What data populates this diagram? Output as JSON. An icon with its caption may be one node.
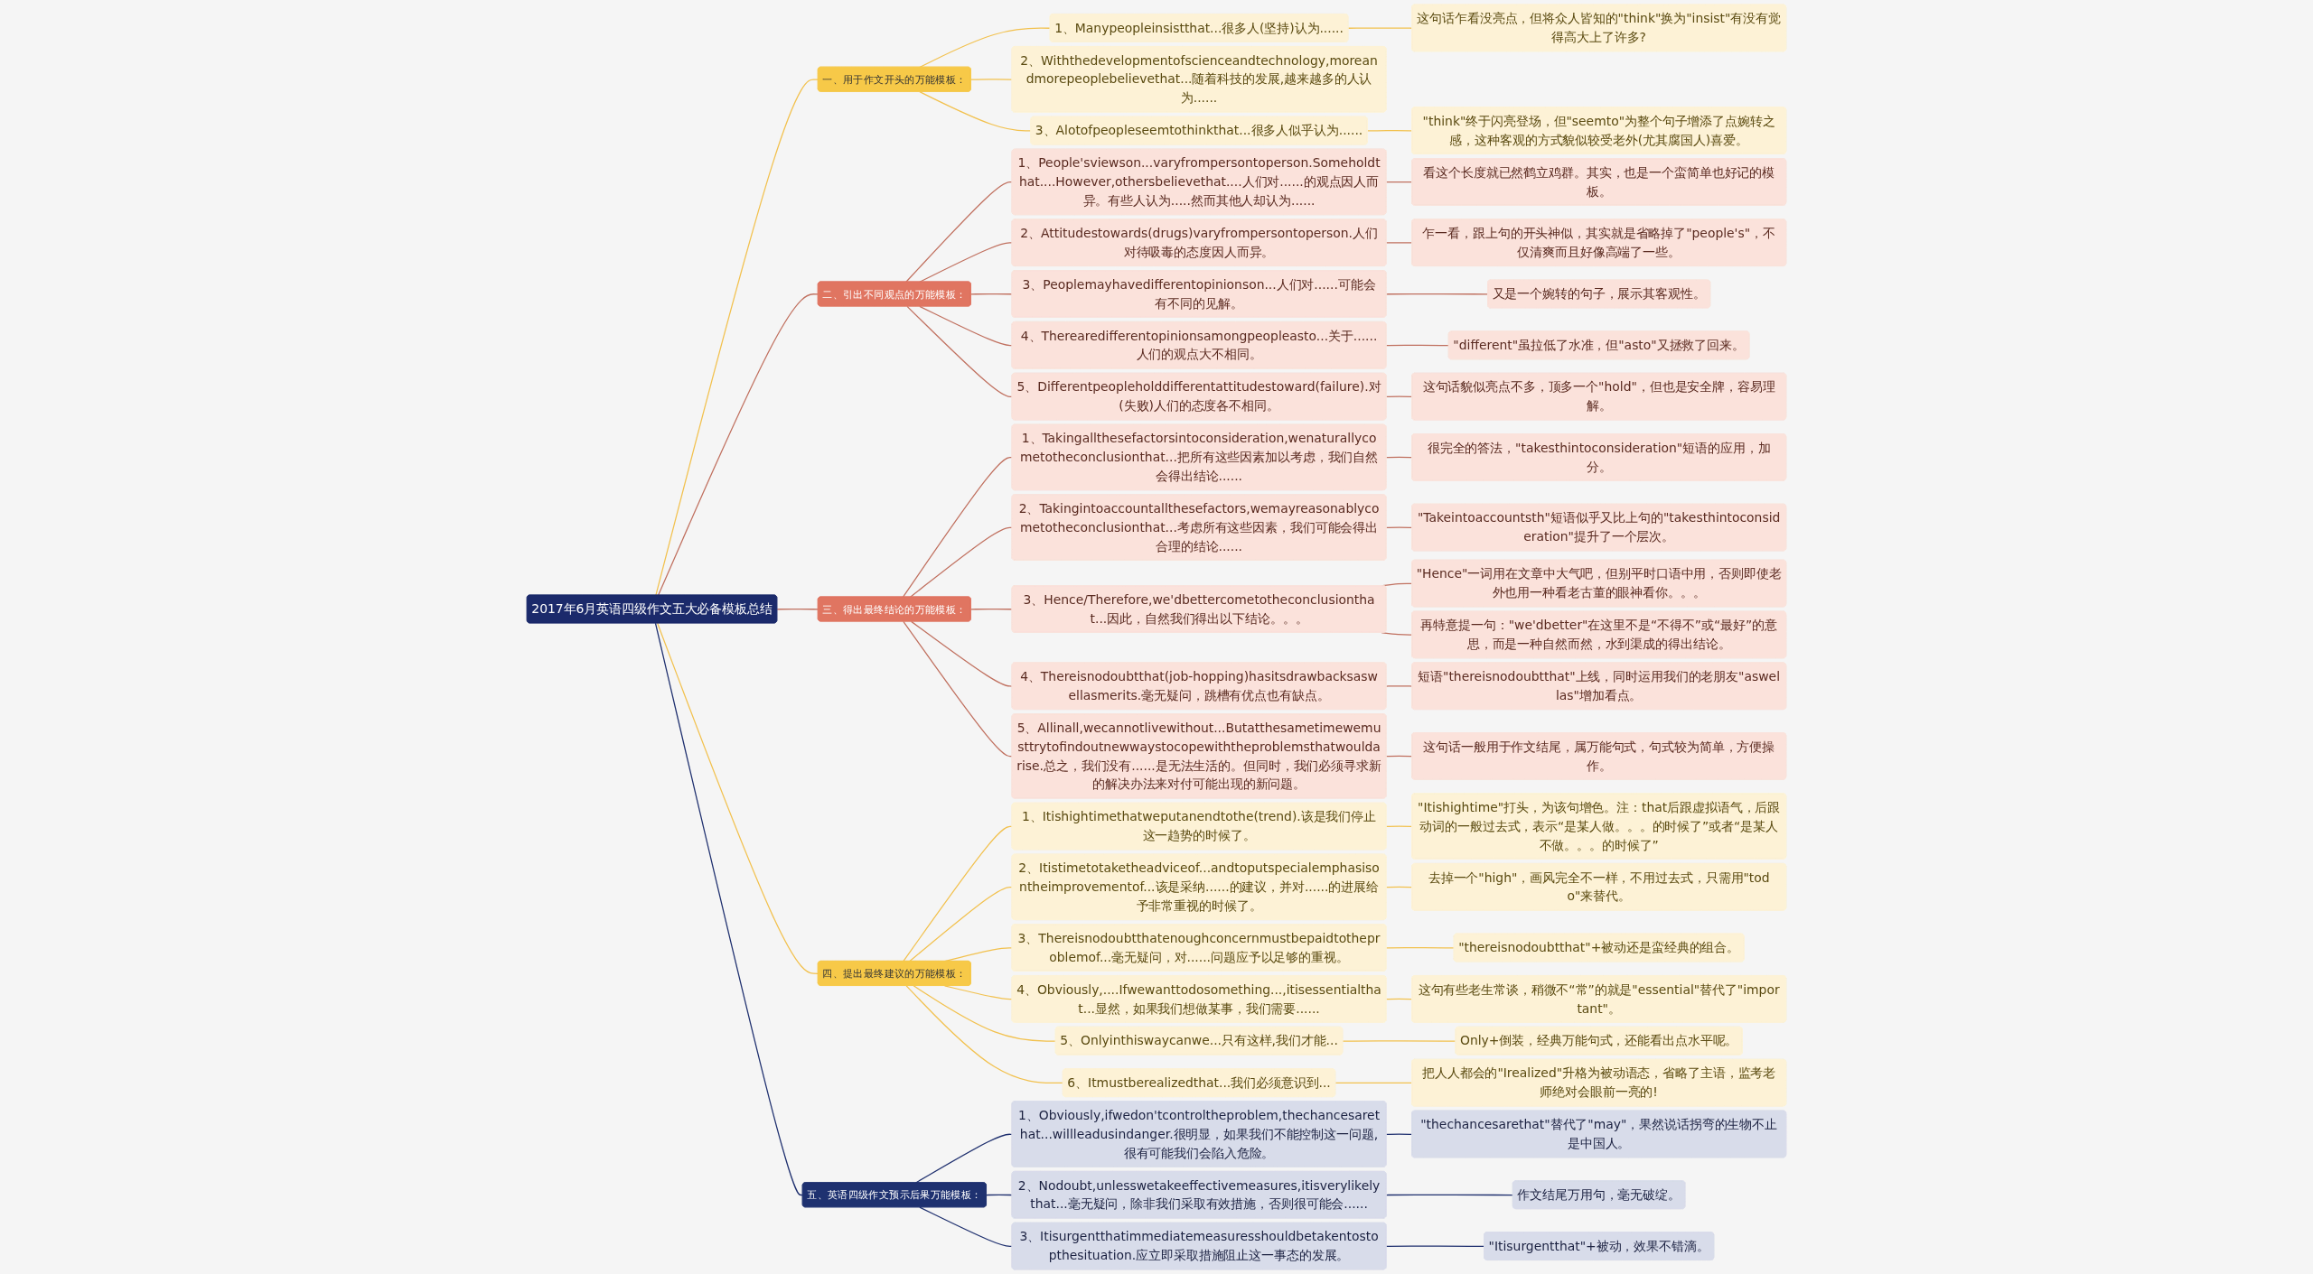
{
  "diagram": {
    "nodes": [
      {
        "text": [
          "2017年6月英语四级作文五大必备模板总结"
        ]
      },
      {
        "text": [
          "一、用于作文开头的万能模板："
        ]
      },
      {
        "text": [
          "1、Manypeopleinsistthat...很多人(坚持)认为......"
        ]
      },
      {
        "text": [
          "这句话乍看没亮点，但将众人皆知的\"think\"换为\"insist\"有没有觉得高大上了许多?"
        ]
      },
      {
        "text": [
          "2、Withthedevelopmentofscienceandtechnology,moreandmorepeoplebelievethat...随着科技的发展,越来越多的人认为......"
        ]
      },
      {
        "text": [
          "3、Alotofpeopleseemtothinkthat...很多人似乎认为......"
        ]
      },
      {
        "text": [
          "\"think\"终于闪亮登场，但\"seemto\"为整个句子增添了点婉转之感，这种客观的方式貌似较受老外(尤其腐国人)喜爱。"
        ]
      },
      {
        "text": [
          "二、引出不同观点的万能模板："
        ]
      },
      {
        "text": [
          "1、People'sviewson...varyfrompersontoperson.Someholdthat....However,othersbelievethat....人们对......的观点因人而异。有些人认为.....然而其他人却认为......"
        ]
      },
      {
        "text": [
          "看这个长度就已然鹤立鸡群。其实，也是一个蛮简单也好记的模板。"
        ]
      },
      {
        "text": [
          "2、Attitudestowards(drugs)varyfrompersontoperson.人们对待吸毒的态度因人而异。"
        ]
      },
      {
        "text": [
          "乍一看，跟上句的开头神似，其实就是省略掉了\"people's\"，不仅清爽而且好像高端了一些。"
        ]
      },
      {
        "text": [
          "3、Peoplemayhavedifferentopinionson...人们对......可能会有不同的见解。"
        ]
      },
      {
        "text": [
          "又是一个婉转的句子，展示其客观性。"
        ]
      },
      {
        "text": [
          "4、Therearedifferentopinionsamongpeopleasto...关于......人们的观点大不相同。"
        ]
      },
      {
        "text": [
          "\"different\"虽拉低了水准，但\"asto\"又拯救了回来。"
        ]
      },
      {
        "text": [
          "5、Differentpeopleholddifferentattitudestoward(failure).对(失败)人们的态度各不相同。"
        ]
      },
      {
        "text": [
          "这句话貌似亮点不多，顶多一个\"hold\"，但也是安全牌，容易理解。"
        ]
      },
      {
        "text": [
          "三、得出最终结论的万能模板："
        ]
      },
      {
        "text": [
          "1、Takingallthesefactorsintoconsideration,wenaturallycometotheconclusionthat...把所有这些因素加以考虑，我们自然会得出结论......"
        ]
      },
      {
        "text": [
          "很完全的答法，\"takesthintoconsideration\"短语的应用，加分。"
        ]
      },
      {
        "text": [
          "2、Takingintoaccountallthesefactors,wemayreasonablycometotheconclusionthat...考虑所有这些因素，我们可能会得出合理的结论......"
        ]
      },
      {
        "text": [
          "\"Takeintoaccountsth\"短语似乎又比上句的\"takesthintoconsideration\"提升了一个层次。"
        ]
      },
      {
        "text": [
          "3、Hence/Therefore,we'dbettercometotheconclusionthat...因此，自然我们得出以下结论。。。"
        ]
      },
      {
        "text": [
          "\"Hence\"一词用在文章中大气吧，但别平时口语中用，否则即使老外也用一种看老古董的眼神看你。。。"
        ]
      },
      {
        "text": [
          "再特意提一句：\"we'dbetter\"在这里不是“不得不”或“最好”的意思，而是一种自然而然，水到渠成的得出结论。"
        ]
      },
      {
        "text": [
          "4、Thereisnodoubtthat(job-hopping)hasitsdrawbacksaswellasmerits.毫无疑问，跳槽有优点也有缺点。"
        ]
      },
      {
        "text": [
          "短语\"thereisnodoubtthat\"上线，同时运用我们的老朋友\"aswellas\"增加看点。"
        ]
      },
      {
        "text": [
          "5、Allinall,wecannotlivewithout...Butatthesametimewemusttrytofindoutnewwaystocopewiththeproblemsthatwouldarise.总之，我们没有......是无法生活的。但同时，我们必须寻求新的解决办法来对付可能出现的新问题。"
        ]
      },
      {
        "text": [
          "这句话一般用于作文结尾，属万能句式，句式较为简单，方便操作。"
        ]
      },
      {
        "text": [
          "四、提出最终建议的万能模板："
        ]
      },
      {
        "text": [
          "1、Itishightimethatweputanendtothe(trend).该是我们停止这一趋势的时候了。"
        ]
      },
      {
        "text": [
          "\"Itishightime\"打头，为该句增色。注：that后跟虚拟语气，后跟动词的一般过去式，表示“是某人做。。。的时候了”或者“是某人不做。。。的时候了”"
        ]
      },
      {
        "text": [
          "2、Itistimetotaketheadviceof...andtoputspecialemphasisontheimprovementof...该是采纳......的建议，并对......的进展给予非常重视的时候了。"
        ]
      },
      {
        "text": [
          "去掉一个\"high\"，画风完全不一样，不用过去式，只需用\"todo\"来替代。"
        ]
      },
      {
        "text": [
          "3、Thereisnodoubtthatenoughconcernmustbepaidtotheproblemof...毫无疑问，对......问题应予以足够的重视。"
        ]
      },
      {
        "text": [
          "\"thereisnodoubtthat\"+被动还是蛮经典的组合。"
        ]
      },
      {
        "text": [
          "4、Obviously,....Ifwewanttodosomething...,itisessentialthat...显然，如果我们想做某事，我们需要......"
        ]
      },
      {
        "text": [
          "这句有些老生常谈，稍微不“常”的就是\"essential\"替代了\"important\"。"
        ]
      },
      {
        "text": [
          "5、Onlyinthiswaycanwe...只有这样,我们才能..."
        ]
      },
      {
        "text": [
          "Only+倒装，经典万能句式，还能看出点水平呢。"
        ]
      },
      {
        "text": [
          "6、Itmustberealizedthat...我们必须意识到..."
        ]
      },
      {
        "text": [
          "把人人都会的\"Irealized\"升格为被动语态，省略了主语，监考老师绝对会眼前一亮的!"
        ]
      },
      {
        "text": [
          "五、英语四级作文预示后果万能模板："
        ]
      },
      {
        "text": [
          "1、Obviously,ifwedon'tcontroltheproblem,thechancesarethat...willleadusindanger.很明显，如果我们不能控制这一问题,很有可能我们会陷入危险。"
        ]
      },
      {
        "text": [
          "\"thechancesarethat\"替代了\"may\"，果然说话拐弯的生物不止是中国人。"
        ]
      },
      {
        "text": [
          "2、Nodoubt,unlesswetakeeffectivemeasures,itisverylikelythat...毫无疑问，除非我们采取有效措施，否则很可能会......"
        ]
      },
      {
        "text": [
          "作文结尾万用句，毫无破绽。"
        ]
      },
      {
        "text": [
          "3、Itisurgentthatimmediatemeasuresshouldbetakentostopthesituation.应立即采取措施阻止这一事态的发展。"
        ]
      },
      {
        "text": [
          "\"Itisurgentthat\"+被动，效果不错滴。"
        ]
      }
    ],
    "edges": [
      {
        "from": 0,
        "to": 1,
        "arrow": "none",
        "color": "#f2c14e"
      },
      {
        "from": 1,
        "to": 2,
        "arrow": "none",
        "color": "#f2c14e"
      },
      {
        "from": 2,
        "to": 3,
        "arrow": "none",
        "color": "#f2c14e"
      },
      {
        "from": 1,
        "to": 4,
        "arrow": "none",
        "color": "#f2c14e"
      },
      {
        "from": 1,
        "to": 5,
        "arrow": "none",
        "color": "#f2c14e"
      },
      {
        "from": 5,
        "to": 6,
        "arrow": "none",
        "color": "#f2c14e"
      },
      {
        "from": 0,
        "to": 7,
        "arrow": "none"
      },
      {
        "from": 7,
        "to": 8,
        "arrow": "none"
      },
      {
        "from": 8,
        "to": 9,
        "arrow": "none"
      },
      {
        "from": 7,
        "to": 10,
        "arrow": "none"
      },
      {
        "from": 10,
        "to": 11,
        "arrow": "none"
      },
      {
        "from": 7,
        "to": 12,
        "arrow": "none"
      },
      {
        "from": 12,
        "to": 13,
        "arrow": "none"
      },
      {
        "from": 7,
        "to": 14,
        "arrow": "none"
      },
      {
        "from": 14,
        "to": 15,
        "arrow": "none"
      },
      {
        "from": 7,
        "to": 16,
        "arrow": "none"
      },
      {
        "from": 16,
        "to": 17,
        "arrow": "none"
      },
      {
        "from": 0,
        "to": 18,
        "arrow": "none"
      },
      {
        "from": 18,
        "to": 19,
        "arrow": "none"
      },
      {
        "from": 19,
        "to": 20,
        "arrow": "none"
      },
      {
        "from": 18,
        "to": 21,
        "arrow": "none"
      },
      {
        "from": 21,
        "to": 22,
        "arrow": "none"
      },
      {
        "from": 18,
        "to": 23,
        "arrow": "none"
      },
      {
        "from": 23,
        "to": 24,
        "arrow": "none"
      },
      {
        "from": 23,
        "to": 25,
        "arrow": "none"
      },
      {
        "from": 18,
        "to": 26,
        "arrow": "none"
      },
      {
        "from": 26,
        "to": 27,
        "arrow": "none"
      },
      {
        "from": 18,
        "to": 28,
        "arrow": "none"
      },
      {
        "from": 28,
        "to": 29,
        "arrow": "none"
      },
      {
        "from": 0,
        "to": 30,
        "arrow": "none",
        "color": "#f2c14e"
      },
      {
        "from": 30,
        "to": 31,
        "arrow": "none",
        "color": "#f2c14e"
      },
      {
        "from": 31,
        "to": 32,
        "arrow": "none",
        "color": "#f2c14e"
      },
      {
        "from": 30,
        "to": 33,
        "arrow": "none",
        "color": "#f2c14e"
      },
      {
        "from": 33,
        "to": 34,
        "arrow": "none",
        "color": "#f2c14e"
      },
      {
        "from": 30,
        "to": 35,
        "arrow": "none",
        "color": "#f2c14e"
      },
      {
        "from": 35,
        "to": 36,
        "arrow": "none",
        "color": "#f2c14e"
      },
      {
        "from": 30,
        "to": 37,
        "arrow": "none",
        "color": "#f2c14e"
      },
      {
        "from": 37,
        "to": 38,
        "arrow": "none",
        "color": "#f2c14e"
      },
      {
        "from": 30,
        "to": 39,
        "arrow": "none",
        "color": "#f2c14e"
      },
      {
        "from": 39,
        "to": 40,
        "arrow": "none",
        "color": "#f2c14e"
      },
      {
        "from": 30,
        "to": 41,
        "arrow": "none",
        "color": "#f2c14e"
      },
      {
        "from": 41,
        "to": 42,
        "arrow": "none",
        "color": "#f2c14e"
      },
      {
        "from": 0,
        "to": 43,
        "arrow": "none",
        "color": "#1e2f6e"
      },
      {
        "from": 43,
        "to": 44,
        "arrow": "none",
        "color": "#1e2f6e"
      },
      {
        "from": 44,
        "to": 45,
        "arrow": "none",
        "color": "#1e2f6e"
      },
      {
        "from": 43,
        "to": 46,
        "arrow": "none",
        "color": "#1e2f6e"
      },
      {
        "from": 46,
        "to": 47,
        "arrow": "none",
        "color": "#1e2f6e"
      },
      {
        "from": 43,
        "to": 48,
        "arrow": "none",
        "color": "#1e2f6e"
      },
      {
        "from": 48,
        "to": 49,
        "arrow": "none",
        "color": "#1e2f6e"
      }
    ]
  }
}
